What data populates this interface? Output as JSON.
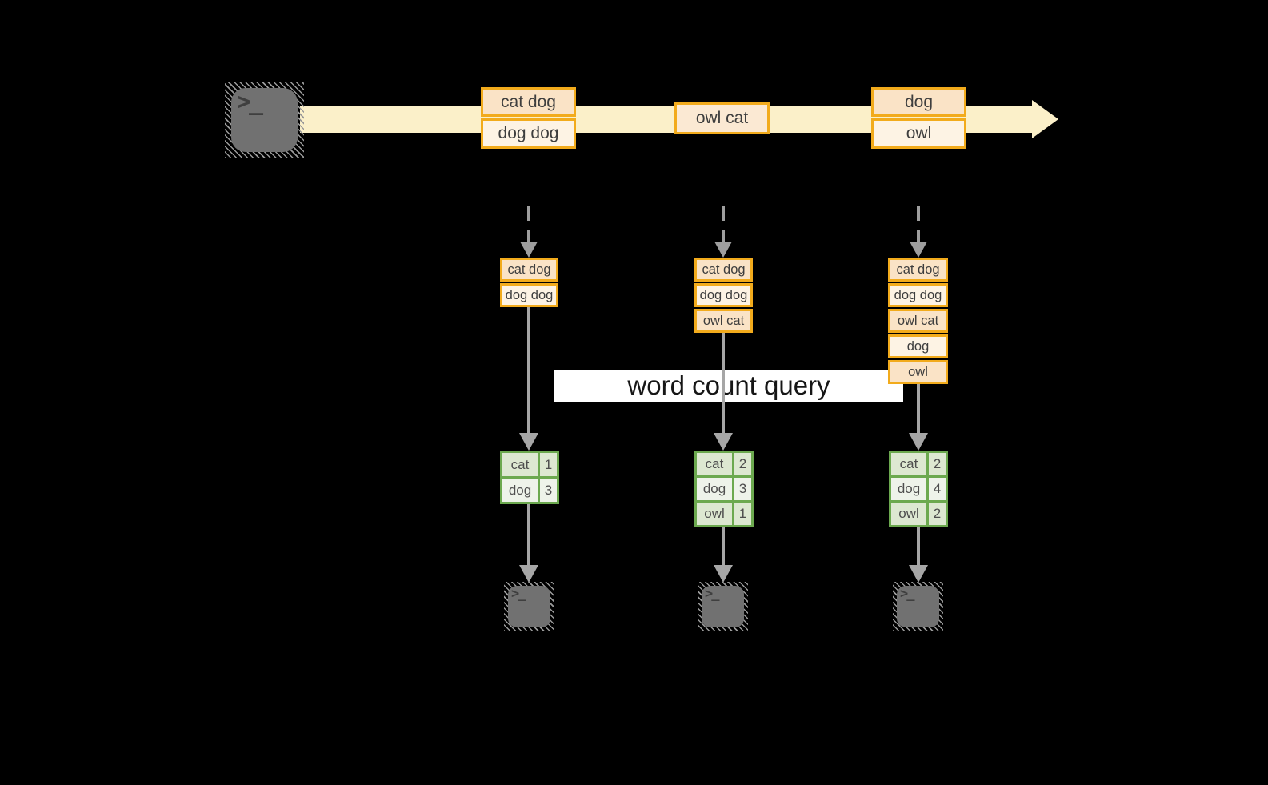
{
  "diagram": {
    "title_semantic": "streaming word count query diagram",
    "query_label": "word count query",
    "terminal_glyph": ">_",
    "stream": {
      "events": [
        {
          "lines": [
            "cat dog",
            "dog dog"
          ]
        },
        {
          "lines": [
            "owl cat"
          ]
        },
        {
          "lines": [
            "dog",
            "owl"
          ]
        }
      ]
    },
    "columns": [
      {
        "state_lines": [
          "cat dog",
          "dog dog"
        ],
        "counts": [
          {
            "word": "cat",
            "count": "1"
          },
          {
            "word": "dog",
            "count": "3"
          }
        ]
      },
      {
        "state_lines": [
          "cat dog",
          "dog dog",
          "owl cat"
        ],
        "counts": [
          {
            "word": "cat",
            "count": "2"
          },
          {
            "word": "dog",
            "count": "3"
          },
          {
            "word": "owl",
            "count": "1"
          }
        ]
      },
      {
        "state_lines": [
          "cat dog",
          "dog dog",
          "owl cat",
          "dog",
          "owl"
        ],
        "counts": [
          {
            "word": "cat",
            "count": "2"
          },
          {
            "word": "dog",
            "count": "4"
          },
          {
            "word": "owl",
            "count": "2"
          }
        ]
      }
    ],
    "colors": {
      "background": "#000000",
      "stream_band": "#fbf0c9",
      "event_border": "#f2ab1c",
      "event_fill_dark": "#fae3c6",
      "event_fill_light": "#fdf3e4",
      "table_border": "#6ca94f",
      "table_row_dark": "#dde8d1",
      "table_row_light": "#eef3ea",
      "connector": "#a6a6a6"
    }
  }
}
